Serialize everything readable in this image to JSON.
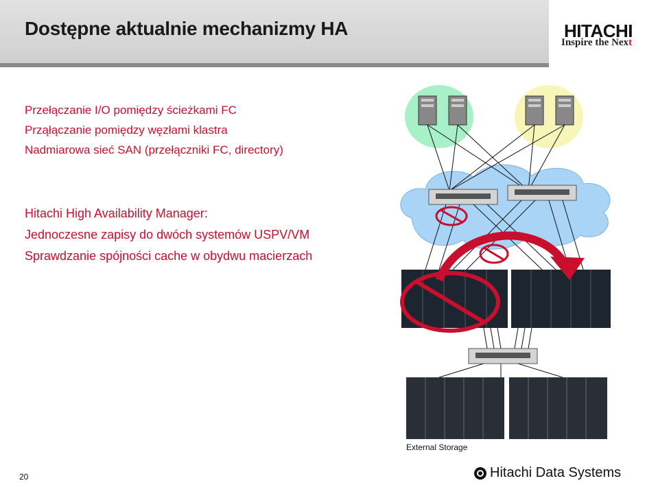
{
  "header": {
    "title": "Dostępne aktualnie mechanizmy HA",
    "logo": "HITACHI",
    "tagline_a": "Inspire the Nex",
    "tagline_b": "t"
  },
  "bullets_top": [
    "Przełączanie I/O pomiędzy ścieżkami FC",
    "Prząłączanie pomiędzy węzłami klastra",
    "Nadmiarowa sieć SAN (przełączniki FC, directory)"
  ],
  "bullets_bottom": [
    "Hitachi High Availability Manager:",
    "Jednoczesne zapisy do dwóch systemów USPV/VM",
    "Sprawdzanie spójności cache w obydwu macierzach"
  ],
  "diagram": {
    "external_storage_label": "External Storage",
    "icons": [
      "server-icon",
      "fc-switch-icon",
      "storage-array-icon",
      "no-entry-icon",
      "failover-arrow-icon"
    ],
    "colors": {
      "accent": "#c8102e",
      "cluster_a": "#a8f0c8",
      "cluster_b": "#f8f5b8",
      "san_cloud": "#a9d4f5"
    }
  },
  "footer": {
    "page_number": "20",
    "brand": "Hitachi Data Systems"
  }
}
